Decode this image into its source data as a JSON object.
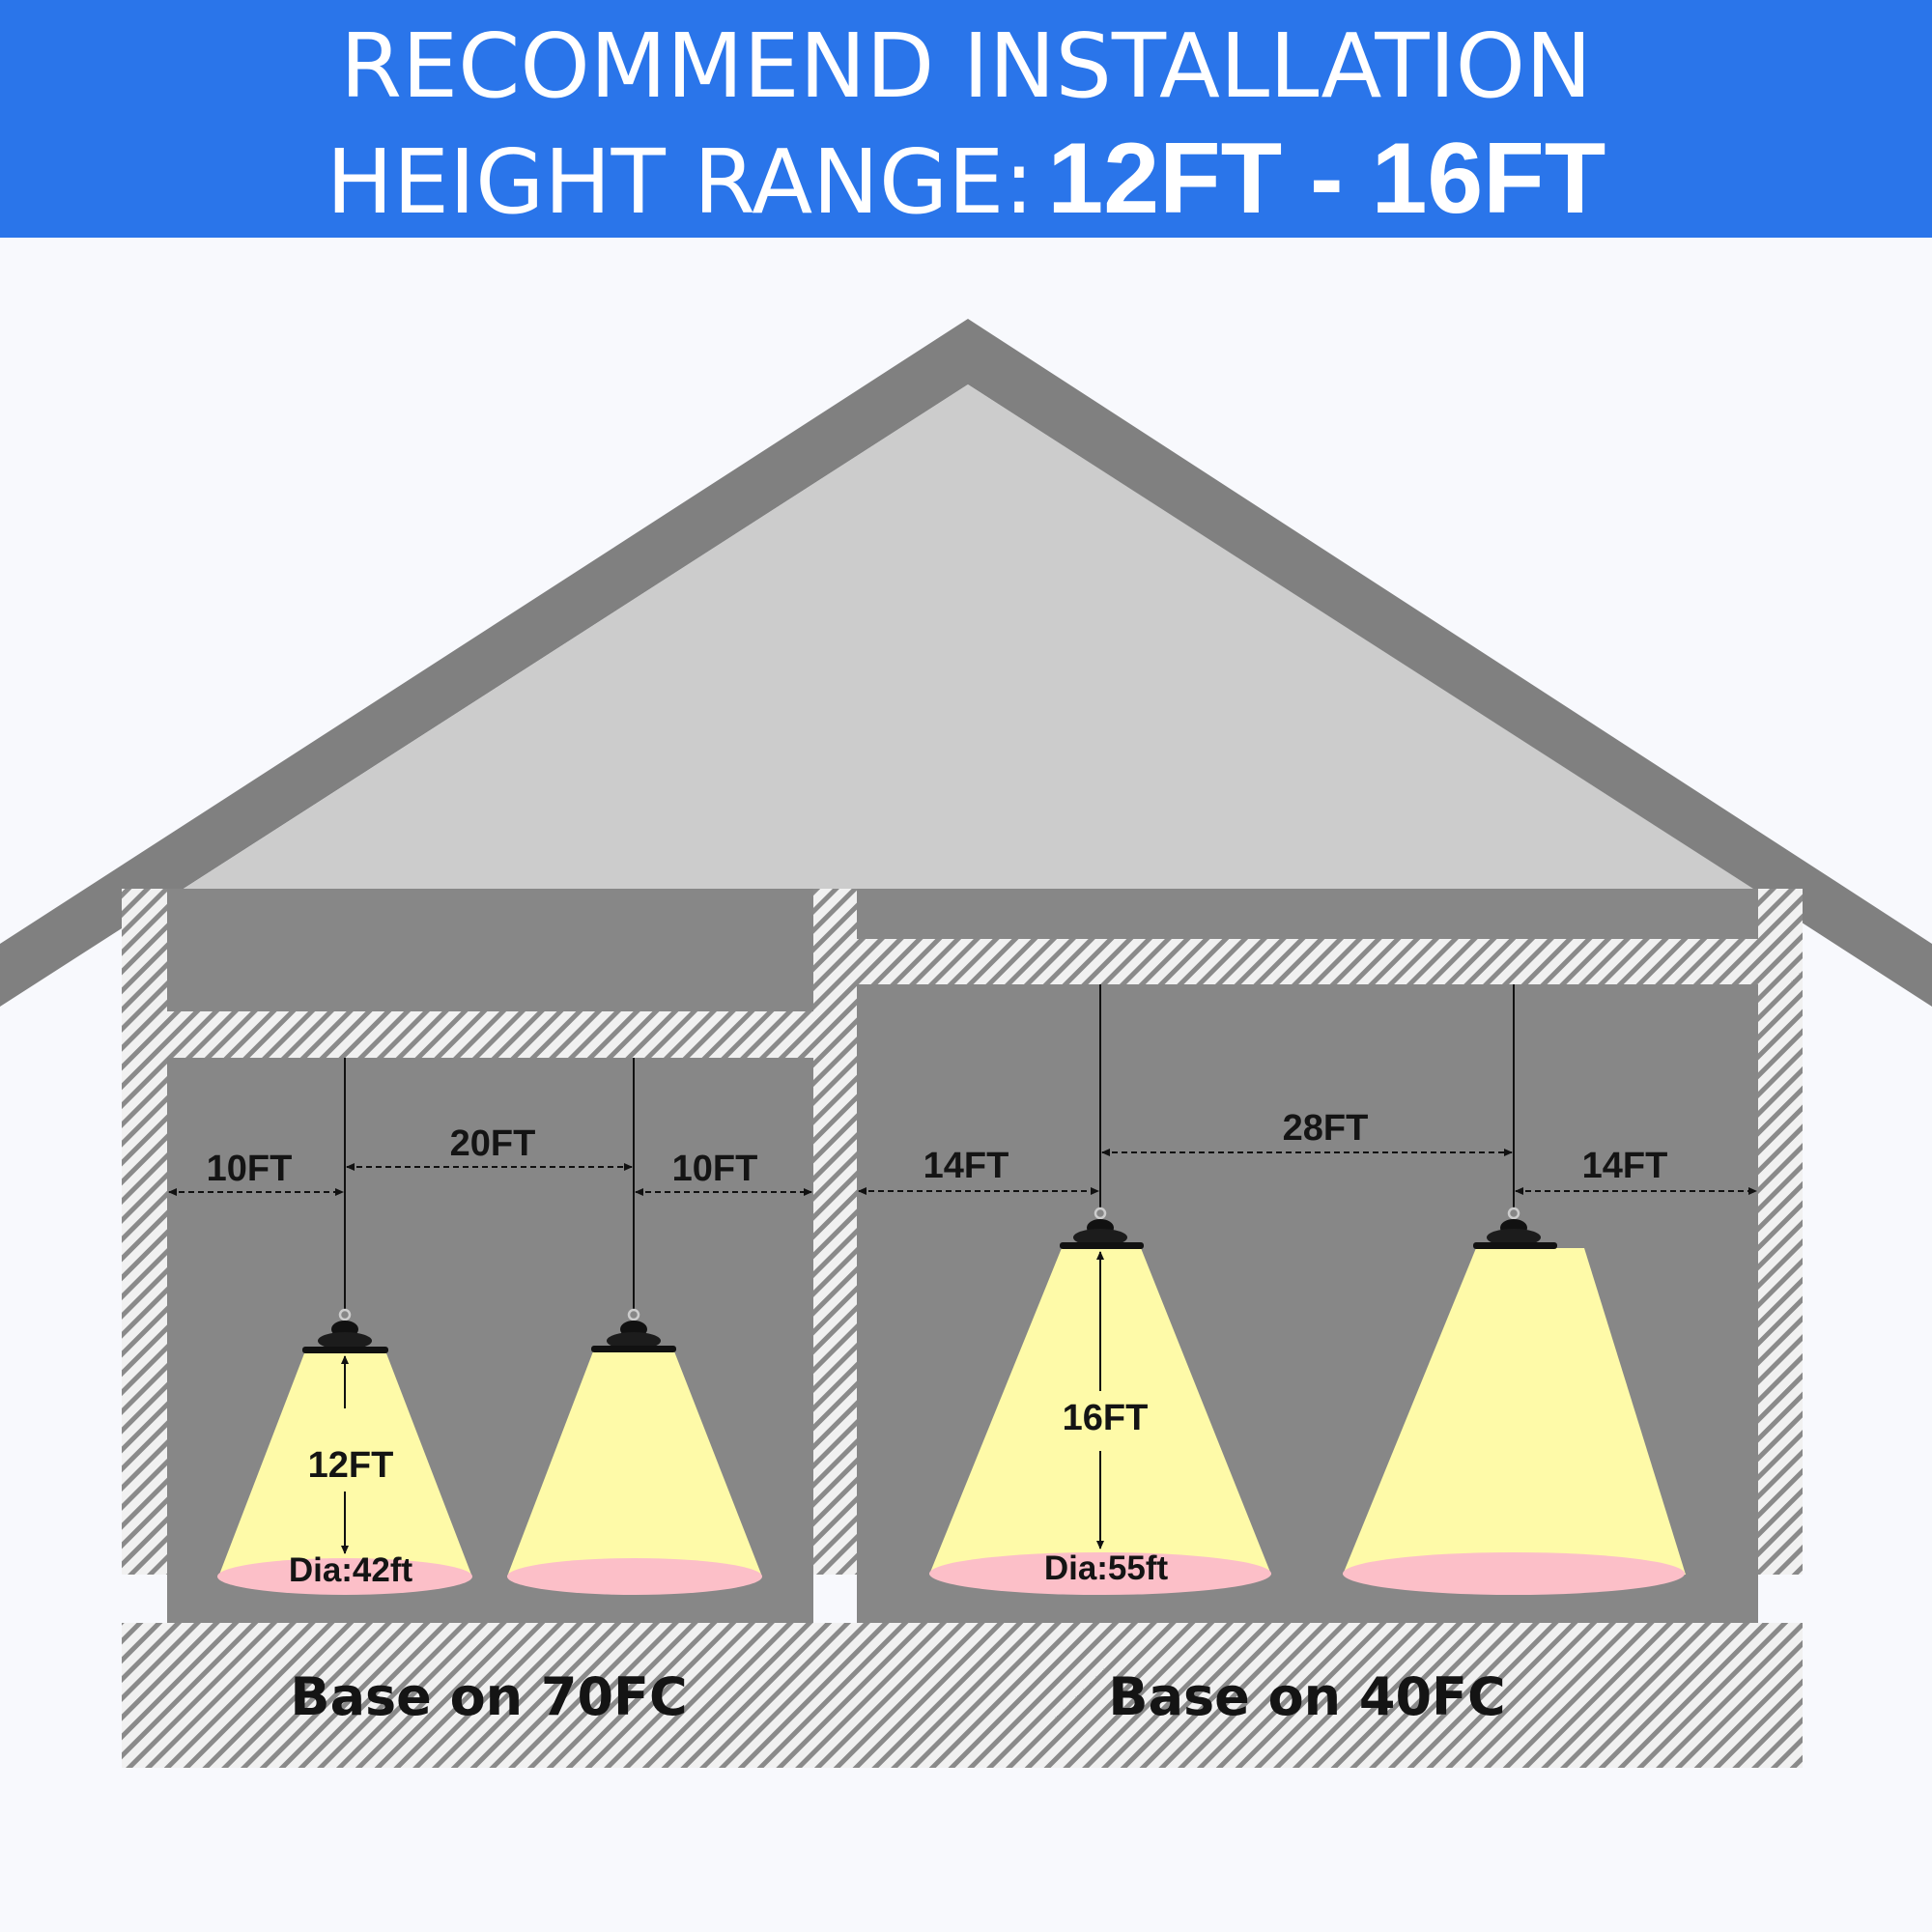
{
  "header": {
    "line1": "RECOMMEND INSTALLATION",
    "line2_prefix": "HEIGHT RANGE:",
    "line2_highlight": "12FT - 16FT"
  },
  "left_room": {
    "left_gap": "10FT",
    "spacing": "20FT",
    "right_gap": "10FT",
    "height": "12FT",
    "diameter": "Dia:42ft",
    "base": "Base on 70FC"
  },
  "right_room": {
    "left_gap": "14FT",
    "spacing": "28FT",
    "right_gap": "14FT",
    "height": "16FT",
    "diameter": "Dia:55ft",
    "base": "Base on 40FC"
  },
  "colors": {
    "banner": "#2a75ea",
    "roof": "#808080",
    "attic": "#cccccc",
    "room": "#878787",
    "light_beam": "#fefaa8",
    "floor_spot": "#fcbfc8"
  }
}
